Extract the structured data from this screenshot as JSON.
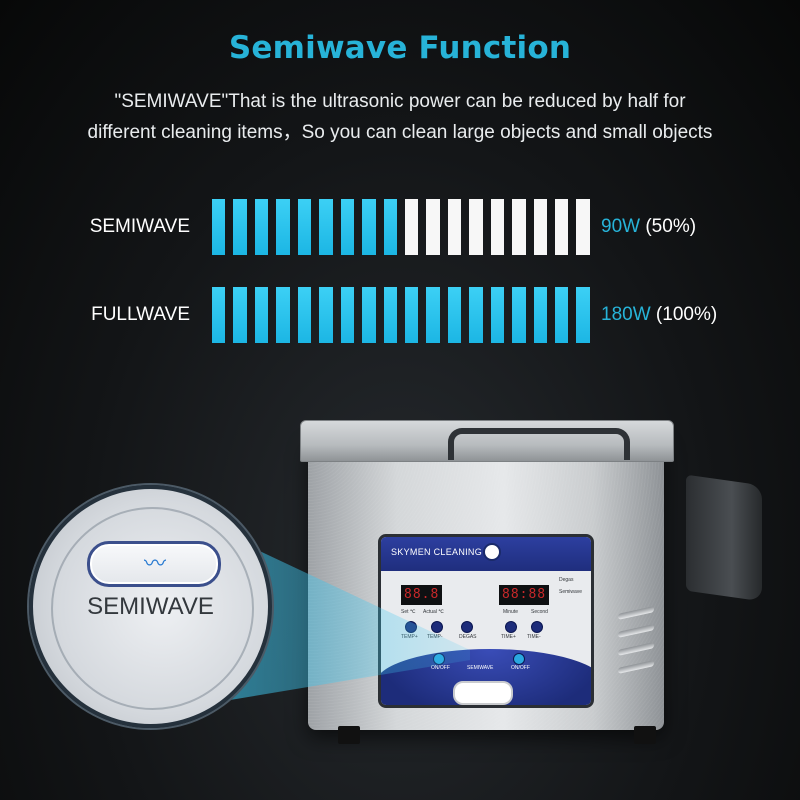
{
  "heading": "Semiwave Function",
  "description": [
    "\"SEMIWAVE\"That is the ultrasonic power can be reduced by half for",
    "different cleaning items，So you can clean large objects and small objects"
  ],
  "comparison": [
    {
      "label": "SEMIWAVE",
      "watts": "90W",
      "percent": "(50%)",
      "filled_fraction": 0.5,
      "total_bars": 18
    },
    {
      "label": "FULLWAVE",
      "watts": "180W",
      "percent": "(100%)",
      "filled_fraction": 1.0,
      "total_bars": 18
    }
  ],
  "colors": {
    "accent": "#27b3d8",
    "bar_filled": "#1cb6e4",
    "bar_empty": "#f7f7f7",
    "text": "#ffffff"
  },
  "magnifier": {
    "button_icon": "wave-icon",
    "wave_glyph": "〰",
    "label": "SEMIWAVE"
  },
  "panel": {
    "brand": "SKYMEN CLEANING",
    "display_left": "88.8",
    "display_right": "88:88",
    "labels_left": [
      "Set ℃",
      "Actual ℃"
    ],
    "labels_right": [
      "Minute",
      "Second"
    ],
    "side_labels": [
      "Degas",
      "Semiwave"
    ],
    "buttons": [
      "TEMP+",
      "TEMP-",
      "DEGAS",
      "TIME+",
      "TIME-"
    ],
    "bottom_labels": [
      "ON/OFF",
      "SEMIWAVE",
      "ON/OFF"
    ]
  }
}
